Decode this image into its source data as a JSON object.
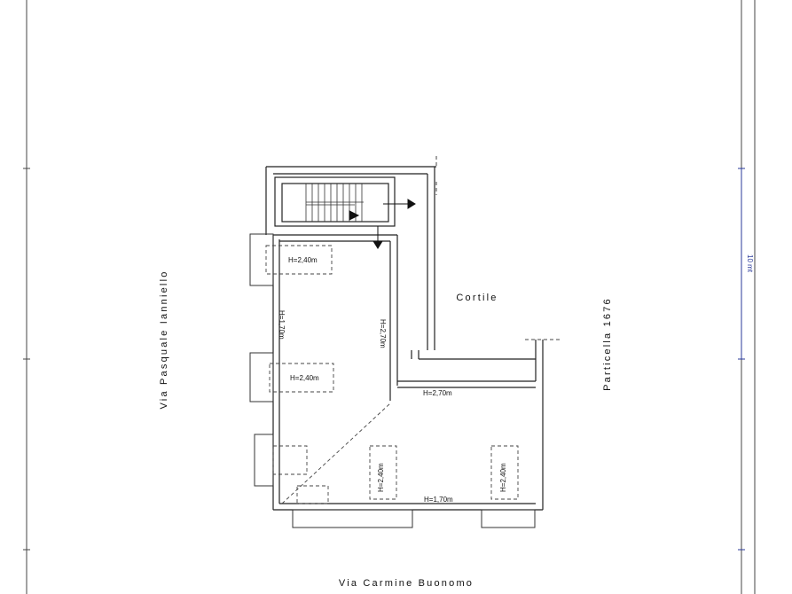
{
  "labels": {
    "street_left": "Via Pasquale Ianniello",
    "street_bottom": "Via Carmine Buonomo",
    "courtyard": "Cortile",
    "parcel": "Particella 1676",
    "scale": "10 mt"
  },
  "heights": {
    "h1": "H=2,40m",
    "h2": "H=1,70m",
    "h3": "H=2,70m",
    "h4": "H=2,40m",
    "h5": "H=2,70m",
    "h6": "H=2,40m",
    "h7": "H=1,70m",
    "h8": "H=2,40m"
  },
  "colors": {
    "lines": "#222222",
    "dimension": "#2a3a9a"
  }
}
